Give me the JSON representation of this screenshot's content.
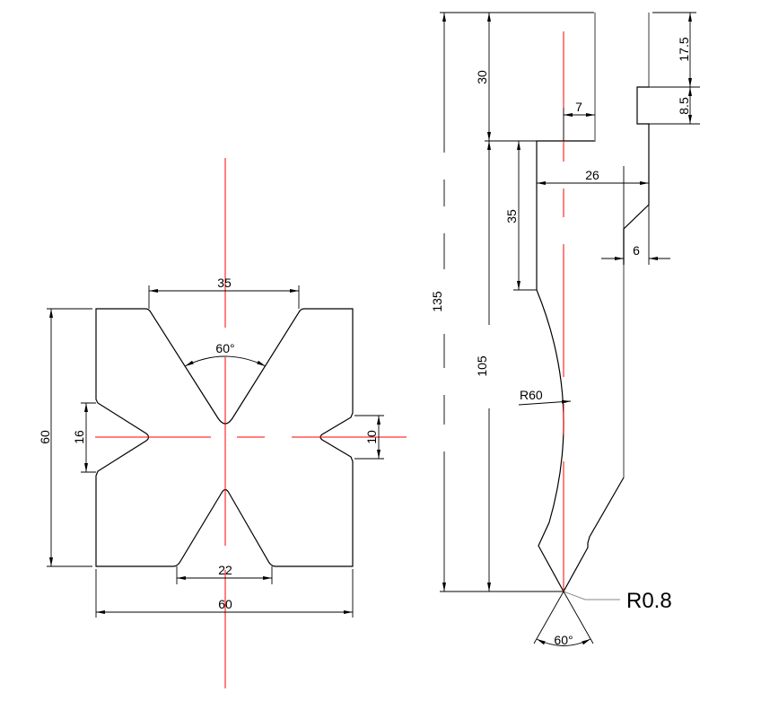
{
  "die_block": {
    "dim_top_opening": "35",
    "dim_angle_top": "60°",
    "dim_height": "60",
    "dim_left_notch": "16",
    "dim_right_notch": "10",
    "dim_bottom_opening": "22",
    "dim_width": "60"
  },
  "punch": {
    "dim_total_height": "135",
    "dim_shank_height": "30",
    "dim_body_height": "105",
    "dim_neck_height": "35",
    "dim_offset": "7",
    "dim_width": "26",
    "dim_chamfer": "6",
    "dim_top_to_groove": "17.5",
    "dim_groove": "8.5",
    "dim_radius": "R60",
    "dim_tip_radius": "R0.8",
    "dim_tip_angle": "60°"
  }
}
